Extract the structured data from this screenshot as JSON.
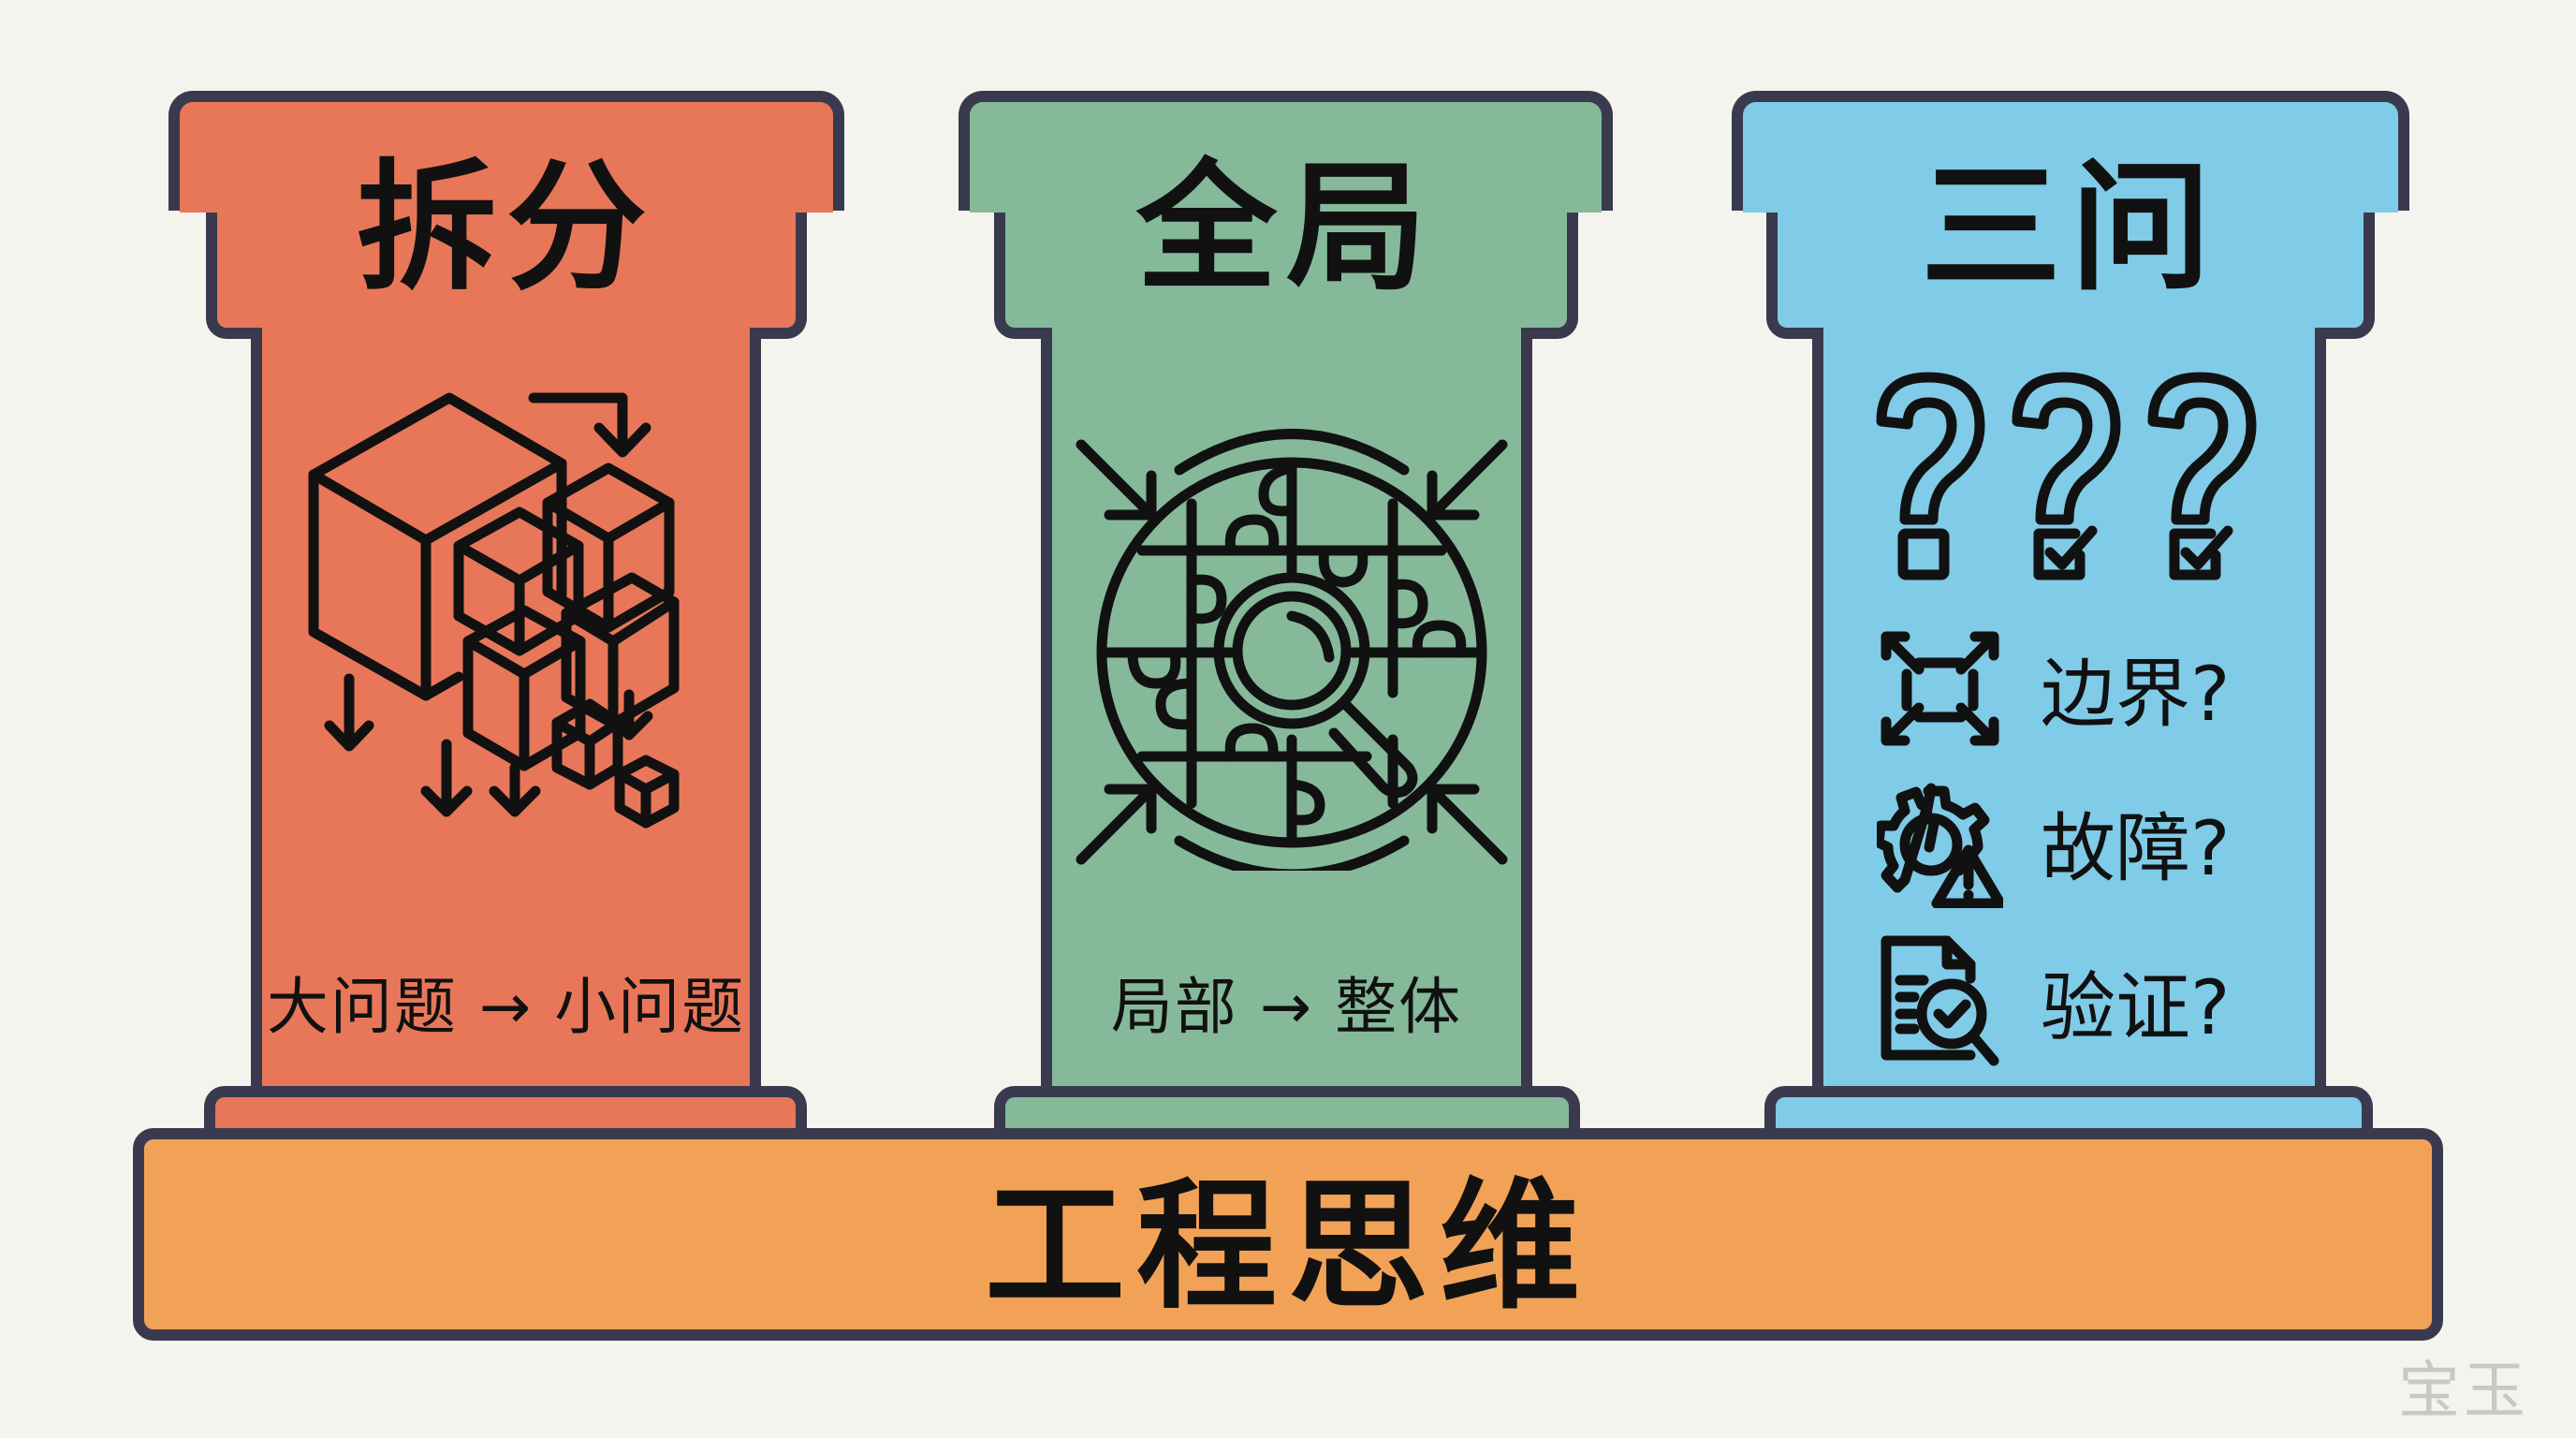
{
  "diagram": {
    "title": "工程思维",
    "pillars": [
      {
        "id": "decompose",
        "title": "拆分",
        "caption": "大问题 → 小问题",
        "color": "#e8775a",
        "icon": "cubes-decompose-icon"
      },
      {
        "id": "global",
        "title": "全局",
        "caption": "局部 → 整体",
        "color": "#86b99a",
        "icon": "puzzle-globe-magnifier-icon"
      },
      {
        "id": "three-questions",
        "title": "三问",
        "color": "#80cbe7",
        "icon": "three-question-marks-checklist-icon",
        "questions": [
          {
            "label": "边界?",
            "icon": "expand-boundary-icon"
          },
          {
            "label": "故障?",
            "icon": "gear-warning-icon"
          },
          {
            "label": "验证?",
            "icon": "document-magnifier-check-icon"
          }
        ]
      }
    ],
    "base": {
      "label": "工程思维",
      "color": "#f2a257"
    },
    "outline_color": "#3a3a4e",
    "background_color": "#f5f3ee",
    "watermark": "宝玉"
  }
}
